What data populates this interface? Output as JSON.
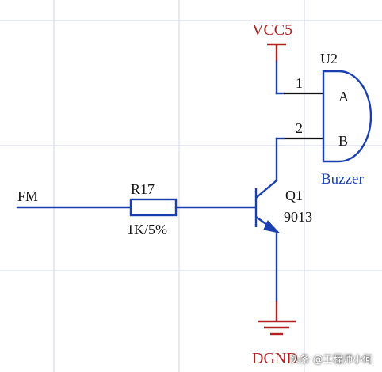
{
  "labels": {
    "supply": "VCC5",
    "ground": "DGND",
    "buzzer_ref": "U2",
    "buzzer_pin_a": "A",
    "buzzer_pin_b": "B",
    "buzzer_name": "Buzzer",
    "pin_1": "1",
    "pin_2": "2",
    "transistor_ref": "Q1",
    "transistor_value": "9013",
    "resistor_ref": "R17",
    "resistor_value": "1K/5%",
    "input_net": "FM"
  },
  "watermark": {
    "text": "头条 @工程师小何"
  },
  "colors": {
    "wire": "#1a3fb0",
    "power": "#b22020",
    "pin": "#111111",
    "grid": "#cfd6e6"
  }
}
